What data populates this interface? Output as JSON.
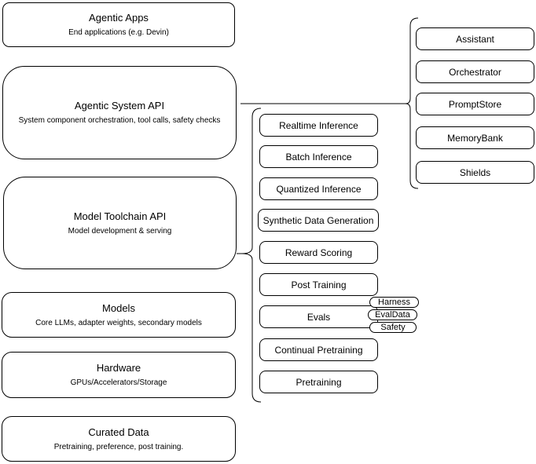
{
  "layers": [
    {
      "title": "Agentic Apps",
      "subtitle": "End applications (e.g. Devin)"
    },
    {
      "title": "Agentic System API",
      "subtitle": "System component orchestration, tool calls, safety checks"
    },
    {
      "title": "Model Toolchain API",
      "subtitle": "Model development & serving"
    },
    {
      "title": "Models",
      "subtitle": "Core LLMs, adapter weights, secondary models"
    },
    {
      "title": "Hardware",
      "subtitle": "GPUs/Accelerators/Storage"
    },
    {
      "title": "Curated Data",
      "subtitle": "Pretraining, preference, post training."
    }
  ],
  "toolchain_group": {
    "items": [
      "Realtime Inference",
      "Batch Inference",
      "Quantized Inference",
      "Synthetic Data Generation",
      "Reward Scoring",
      "Post Training",
      "Evals",
      "Continual Pretraining",
      "Pretraining"
    ]
  },
  "evals_pills": [
    "Harness",
    "EvalData",
    "Safety"
  ],
  "system_group": {
    "items": [
      "Assistant",
      "Orchestrator",
      "PromptStore",
      "MemoryBank",
      "Shields"
    ]
  },
  "colors": {
    "stroke": "#000000",
    "fill": "#ffffff",
    "background": "#ffffff",
    "text": "#000000"
  }
}
